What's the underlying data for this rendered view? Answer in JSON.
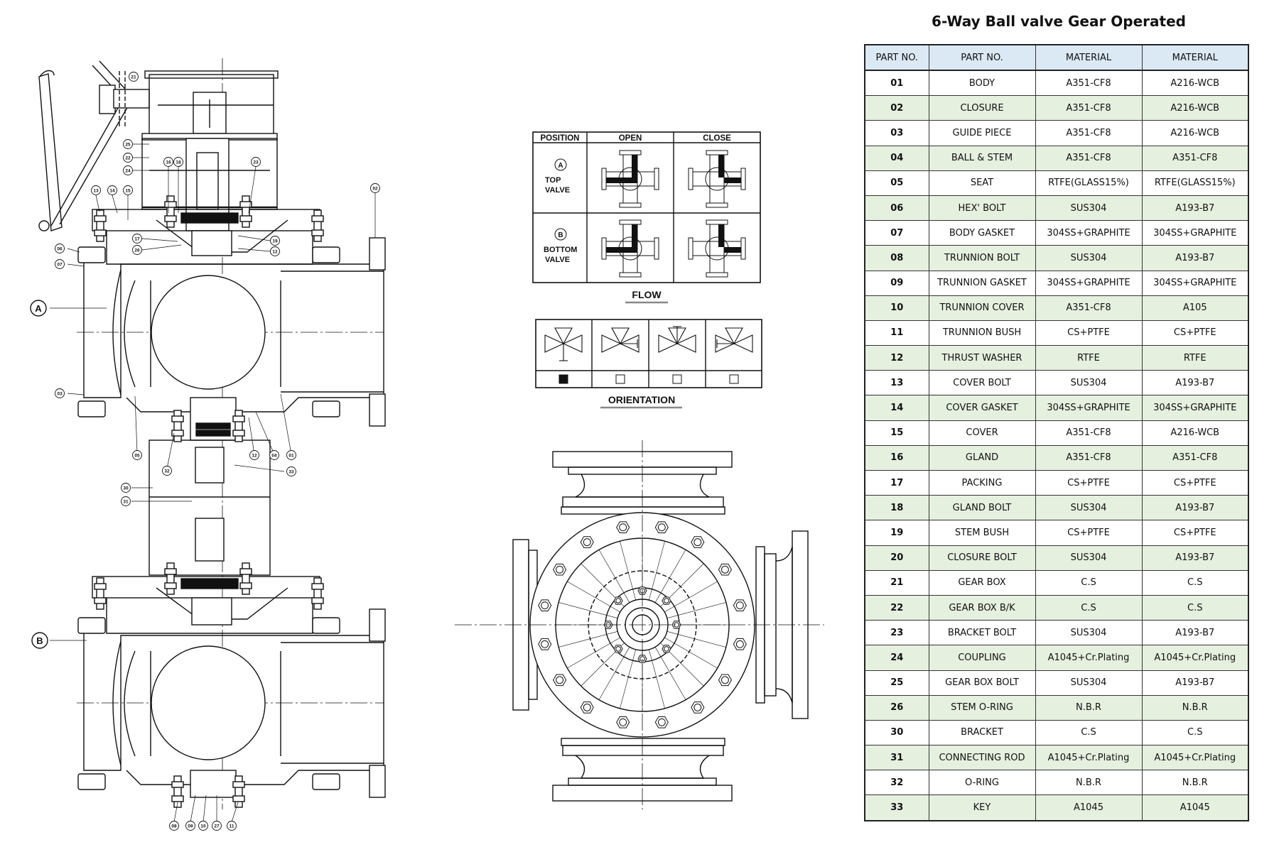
{
  "title": "6-Way Ball valve Gear Operated",
  "table": {
    "headers": [
      "PART NO.",
      "PART NO.",
      "MATERIAL",
      "MATERIAL"
    ],
    "rows": [
      [
        "01",
        "BODY",
        "A351-CF8",
        "A216-WCB"
      ],
      [
        "02",
        "CLOSURE",
        "A351-CF8",
        "A216-WCB"
      ],
      [
        "03",
        "GUIDE PIECE",
        "A351-CF8",
        "A216-WCB"
      ],
      [
        "04",
        "BALL & STEM",
        "A351-CF8",
        "A351-CF8"
      ],
      [
        "05",
        "SEAT",
        "RTFE(GLASS15%)",
        "RTFE(GLASS15%)"
      ],
      [
        "06",
        "HEX' BOLT",
        "SUS304",
        "A193-B7"
      ],
      [
        "07",
        "BODY GASKET",
        "304SS+GRAPHITE",
        "304SS+GRAPHITE"
      ],
      [
        "08",
        "TRUNNION BOLT",
        "SUS304",
        "A193-B7"
      ],
      [
        "09",
        "TRUNNION GASKET",
        "304SS+GRAPHITE",
        "304SS+GRAPHITE"
      ],
      [
        "10",
        "TRUNNION COVER",
        "A351-CF8",
        "A105"
      ],
      [
        "11",
        "TRUNNION BUSH",
        "CS+PTFE",
        "CS+PTFE"
      ],
      [
        "12",
        "THRUST WASHER",
        "RTFE",
        "RTFE"
      ],
      [
        "13",
        "COVER BOLT",
        "SUS304",
        "A193-B7"
      ],
      [
        "14",
        "COVER GASKET",
        "304SS+GRAPHITE",
        "304SS+GRAPHITE"
      ],
      [
        "15",
        "COVER",
        "A351-CF8",
        "A216-WCB"
      ],
      [
        "16",
        "GLAND",
        "A351-CF8",
        "A351-CF8"
      ],
      [
        "17",
        "PACKING",
        "CS+PTFE",
        "CS+PTFE"
      ],
      [
        "18",
        "GLAND BOLT",
        "SUS304",
        "A193-B7"
      ],
      [
        "19",
        "STEM BUSH",
        "CS+PTFE",
        "CS+PTFE"
      ],
      [
        "20",
        "CLOSURE BOLT",
        "SUS304",
        "A193-B7"
      ],
      [
        "21",
        "GEAR BOX",
        "C.S",
        "C.S"
      ],
      [
        "22",
        "GEAR BOX B/K",
        "C.S",
        "C.S"
      ],
      [
        "23",
        "BRACKET BOLT",
        "SUS304",
        "A193-B7"
      ],
      [
        "24",
        "COUPLING",
        "A1045+Cr.Plating",
        "A1045+Cr.Plating"
      ],
      [
        "25",
        "GEAR BOX BOLT",
        "SUS304",
        "A193-B7"
      ],
      [
        "26",
        "STEM O-RING",
        "N.B.R",
        "N.B.R"
      ],
      [
        "30",
        "BRACKET",
        "C.S",
        "C.S"
      ],
      [
        "31",
        "CONNECTING ROD",
        "A1045+Cr.Plating",
        "A1045+Cr.Plating"
      ],
      [
        "32",
        "O-RING",
        "N.B.R",
        "N.B.R"
      ],
      [
        "33",
        "KEY",
        "A1045",
        "A1045"
      ]
    ]
  },
  "flow_table": {
    "headers": [
      "POSITION",
      "OPEN",
      "CLOSE"
    ],
    "rows": [
      {
        "marker": "A",
        "label_line1": "TOP",
        "label_line2": "VALVE"
      },
      {
        "marker": "B",
        "label_line1": "BOTTOM",
        "label_line2": "VALVE"
      }
    ],
    "caption": "FLOW"
  },
  "orientation": {
    "caption": "ORIENTATION",
    "checked": [
      true,
      false,
      false,
      false
    ]
  },
  "section_markers": [
    "A",
    "B"
  ],
  "balloons": {
    "b21": "21",
    "b25": "25",
    "b22": "22",
    "b24": "24",
    "b16": "16",
    "b18": "18",
    "b23": "23",
    "b13": "13",
    "b14": "14",
    "b15": "15",
    "b02": "02",
    "b17": "17",
    "b26": "26",
    "b19": "19",
    "b12a": "12",
    "b06": "06",
    "b07": "07",
    "b03": "03",
    "b05": "05",
    "b32": "32",
    "b12b": "12",
    "b04": "04",
    "b01": "01",
    "b33": "33",
    "b30": "30",
    "b31": "31",
    "b08": "08",
    "b09": "09",
    "b10": "10",
    "b27": "27",
    "b11": "11"
  },
  "colors": {
    "line": "#111111",
    "header_fill": "#dbe9f5",
    "alt_row_fill": "#e6f0df"
  }
}
